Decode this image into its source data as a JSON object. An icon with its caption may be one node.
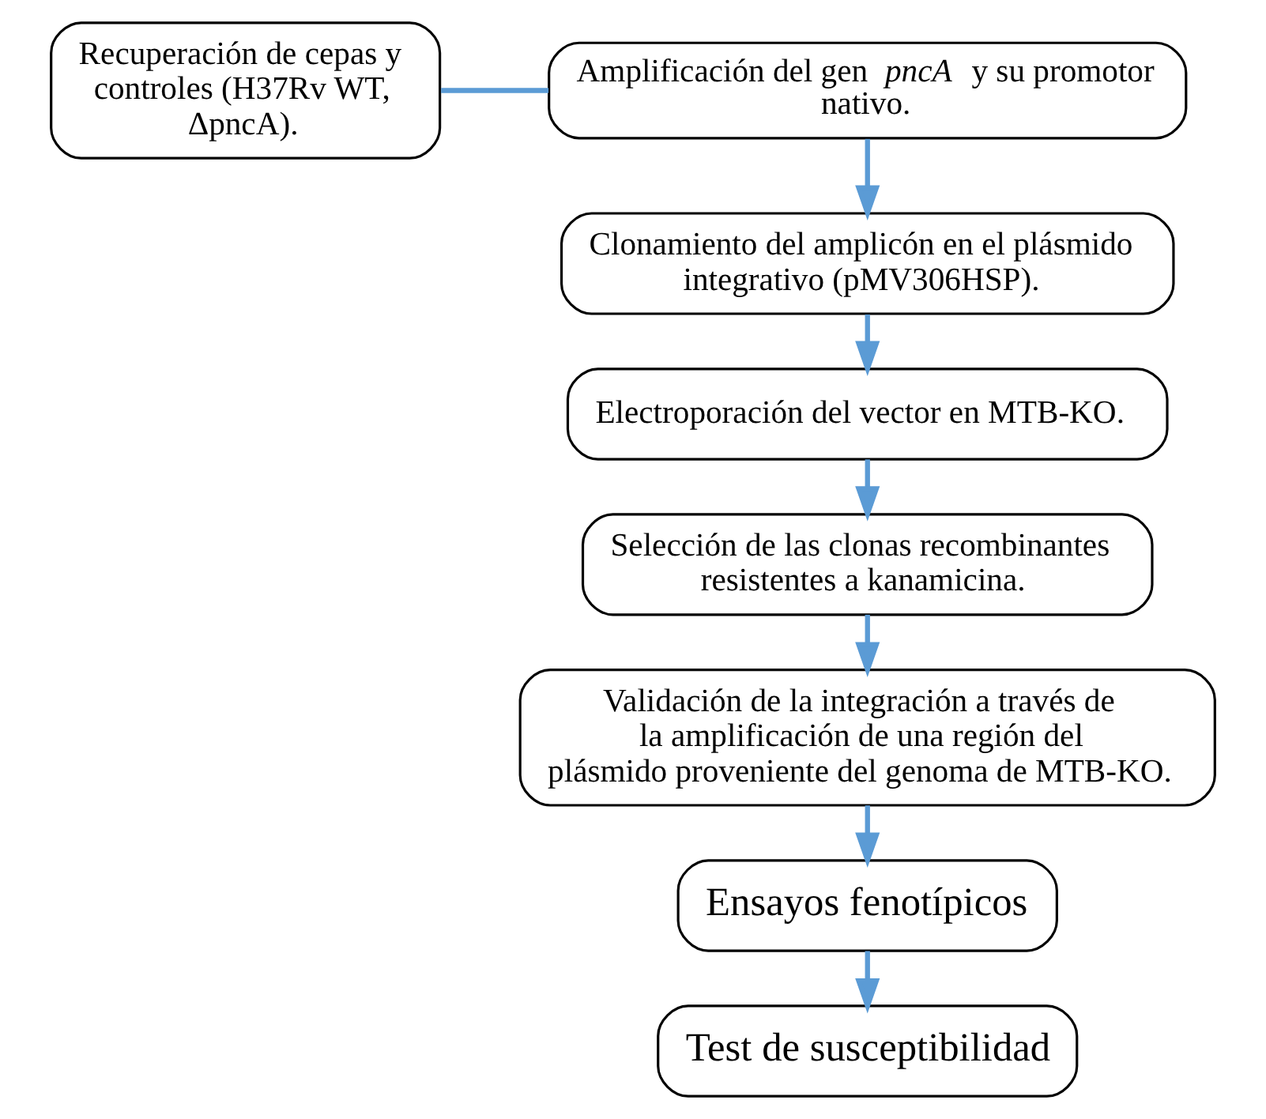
{
  "diagram": {
    "nodes": [
      {
        "text": [
          "Recuperación de cepas y controles (H37Rv WT, ΔpncA)."
        ]
      },
      {
        "text": [
          "Amplificación del gen *pncA* y su promotor nativo."
        ]
      },
      {
        "text": [
          "Clonamiento del amplicón en el plásmido integrativo (pMV306HSP)."
        ]
      },
      {
        "text": [
          "Electroporación del vector en MTB-KO."
        ]
      },
      {
        "text": [
          "Selección de las clonas recombinantes resistentes a kanamicina."
        ]
      },
      {
        "text": [
          "Validación de la integración a través de la amplificación de una región del plásmido proveniente del genoma de MTB-KO."
        ]
      },
      {
        "text": [
          "Ensayos fenotípicos"
        ]
      },
      {
        "text": [
          "Test de susceptibilidad"
        ]
      }
    ],
    "edges": [
      {
        "from": 0,
        "to": 1,
        "arrow": "none"
      },
      {
        "from": 1,
        "to": 2,
        "arrow": "to"
      },
      {
        "from": 2,
        "to": 3,
        "arrow": "to"
      },
      {
        "from": 3,
        "to": 4,
        "arrow": "to"
      },
      {
        "from": 4,
        "to": 5,
        "arrow": "to"
      },
      {
        "from": 5,
        "to": 6,
        "arrow": "to"
      },
      {
        "from": 6,
        "to": 7,
        "arrow": "to"
      }
    ]
  }
}
